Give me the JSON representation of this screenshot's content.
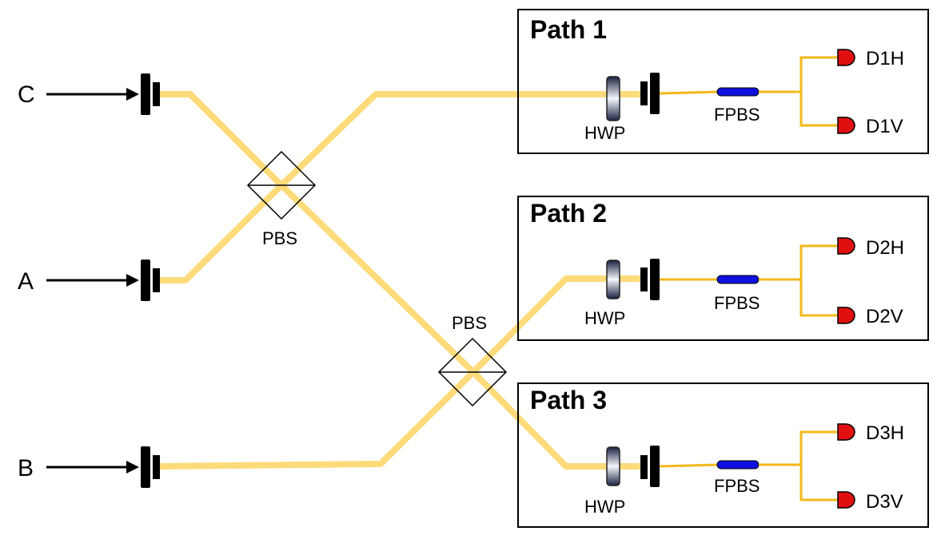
{
  "inputs": [
    {
      "id": "C",
      "label": "C"
    },
    {
      "id": "A",
      "label": "A"
    },
    {
      "id": "B",
      "label": "B"
    }
  ],
  "beam_splitters": [
    {
      "label": "PBS"
    },
    {
      "label": "PBS"
    }
  ],
  "paths": [
    {
      "title": "Path 1",
      "hwp_label": "HWP",
      "fpbs_label": "FPBS",
      "detector_h": "D1H",
      "detector_v": "D1V"
    },
    {
      "title": "Path 2",
      "hwp_label": "HWP",
      "fpbs_label": "FPBS",
      "detector_h": "D2H",
      "detector_v": "D2V"
    },
    {
      "title": "Path 3",
      "hwp_label": "HWP",
      "fpbs_label": "FPBS",
      "detector_h": "D3H",
      "detector_v": "D3V"
    }
  ],
  "colors": {
    "beam": "#FDDB7A",
    "fiber": "#F3B81A",
    "fpbs": "#1010E0",
    "detector": "#E01010",
    "component": "#000000"
  }
}
